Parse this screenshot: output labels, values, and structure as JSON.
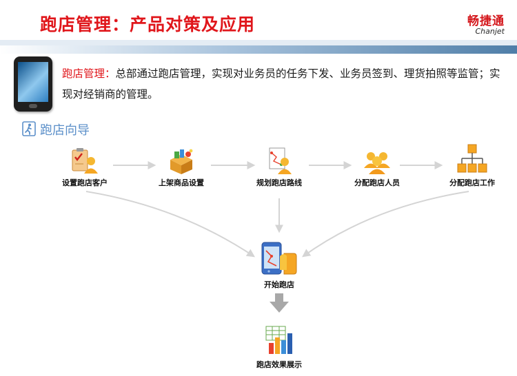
{
  "header": {
    "title": "跑店管理：产品对策及应用",
    "logo_cn": "畅捷通",
    "logo_en": "Chanjet"
  },
  "intro": {
    "label": "跑店管理：",
    "text": "总部通过跑店管理，实现对业务员的任务下发、业务员签到、理货拍照等监管；实现对经销商的管理。"
  },
  "guide": {
    "title": "跑店向导"
  },
  "steps": [
    {
      "label": "设置跑店客户"
    },
    {
      "label": "上架商品设置"
    },
    {
      "label": "规划跑店路线"
    },
    {
      "label": "分配跑店人员"
    },
    {
      "label": "分配跑店工作"
    }
  ],
  "center": {
    "label": "开始跑店"
  },
  "result": {
    "label": "跑店效果展示"
  },
  "colors": {
    "title_red": "#e0161b",
    "guide_blue": "#5b8fc9",
    "arrow_gray": "#d4d4d4",
    "icon_orange": "#f5a623"
  }
}
